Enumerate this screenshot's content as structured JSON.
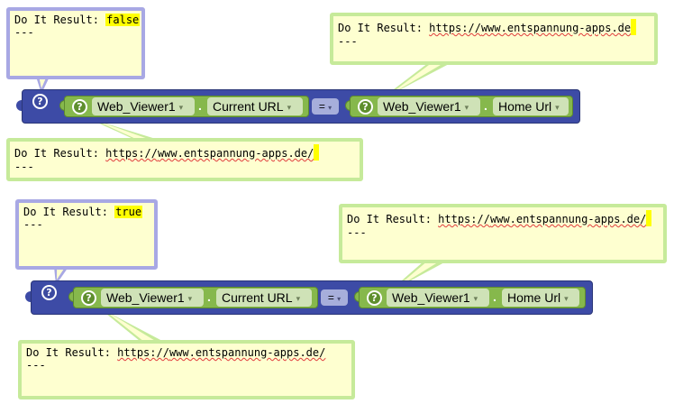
{
  "examples": [
    {
      "top_left_comment": {
        "prefix": "Do It Result: ",
        "value": "false",
        "sep": "---"
      },
      "top_right_comment": {
        "prefix": "Do It Result: ",
        "url_a": "https://",
        "url_b": "www",
        "url_c": ".entspannung-apps.de",
        "sep": "---"
      },
      "bottom_comment": {
        "prefix": "Do It Result: ",
        "url_a": "https://",
        "url_b": "www",
        "url_c": ".entspannung-apps.de/",
        "sep": "---"
      },
      "left": {
        "component": "Web_Viewer1",
        "property": "Current URL"
      },
      "operator": "=",
      "right": {
        "component": "Web_Viewer1",
        "property": "Home Url"
      }
    },
    {
      "top_left_comment": {
        "prefix": "Do It Result: ",
        "value": "true",
        "sep": "---"
      },
      "top_right_comment": {
        "prefix": "Do It Result: ",
        "url_a": "https://",
        "url_b": "www",
        "url_c": ".entspannung-apps.de/",
        "sep": "---"
      },
      "bottom_comment": {
        "prefix": "Do It Result: ",
        "url_a": "https://",
        "url_b": "www",
        "url_c": ".entspannung-apps.de/",
        "sep": "---"
      },
      "left": {
        "component": "Web_Viewer1",
        "property": "Current URL"
      },
      "operator": "=",
      "right": {
        "component": "Web_Viewer1",
        "property": "Home Url"
      }
    }
  ],
  "icons": {
    "help": "?",
    "dropdown_arrow": "▾"
  }
}
